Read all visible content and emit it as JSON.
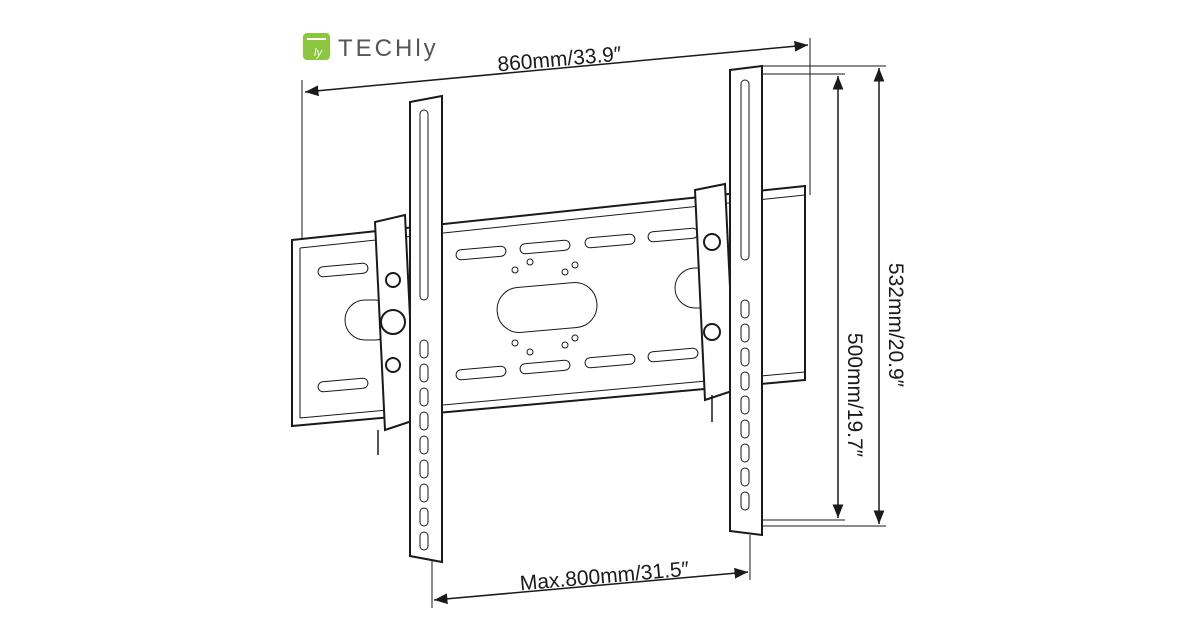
{
  "logo": {
    "brand": "TECHly",
    "badge": "ly"
  },
  "dimensions": {
    "width_total": "860mm/33.9″",
    "vesa_max_width": "Max.800mm/31.5″",
    "vesa_max_height": "500mm/19.7″",
    "height_total": "532mm/20.9″"
  },
  "colors": {
    "logo_green": "#8cc63f",
    "line": "#1a1a1a"
  }
}
